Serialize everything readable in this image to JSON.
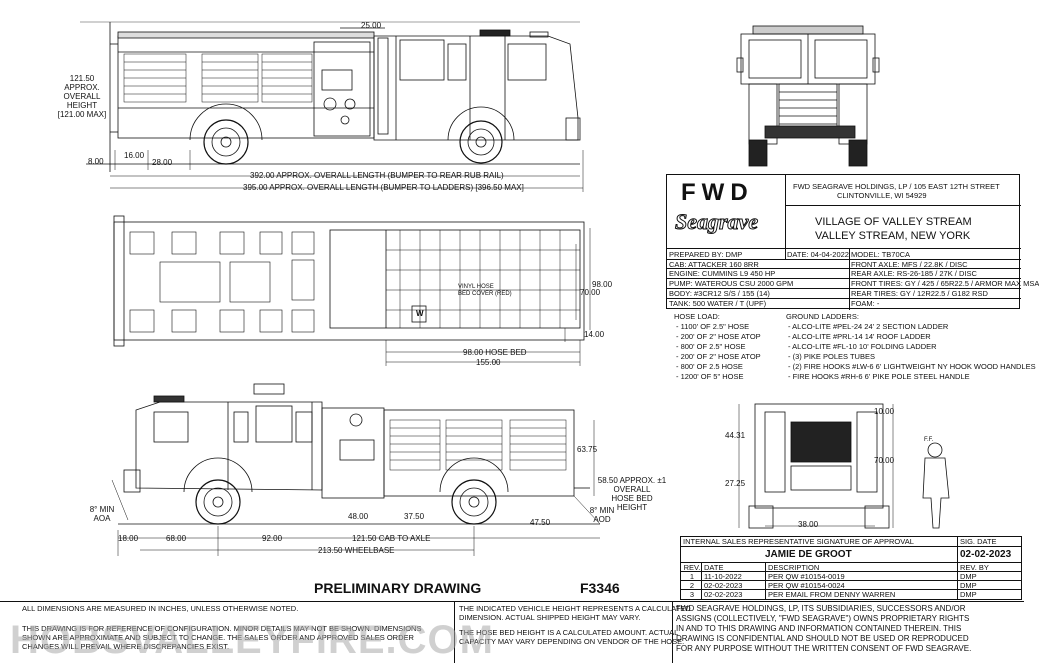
{
  "dims_top": {
    "d2500": "25.00",
    "height_note": [
      "121.50 APPROX.",
      "OVERALL",
      "HEIGHT",
      "[121.00 MAX]"
    ],
    "d800": "8.00",
    "d1600": "16.00",
    "d2800": "28.00",
    "len1": "392.00 APPROX. OVERALL LENGTH (BUMPER TO REAR RUB RAIL)",
    "len2": "395.00 APPROX. OVERALL LENGTH (BUMPER TO LADDERS) [396.50 MAX]"
  },
  "dims_plan": {
    "hose_bed_label": [
      "VINYL HOSE",
      "BED COVER (RED)"
    ],
    "w_mark": "W",
    "d9800w": "98.00",
    "d7000": "70.00",
    "d1400": "14.00",
    "d9800": "98.00 HOSE BED",
    "d15500": "155.00"
  },
  "dims_side": {
    "d6375": "63.75",
    "height_note": [
      "58.50 APPROX. ±1",
      "OVERALL",
      "HOSE BED",
      "HEIGHT"
    ],
    "aoa": [
      "8° MIN",
      "AOA"
    ],
    "aod": [
      "8° MIN",
      "AOD"
    ],
    "d1800": "18.00",
    "d6800": "68.00",
    "d9200": "92.00",
    "d12150": "121.50 CAB TO AXLE",
    "d4800": "48.00",
    "d3750": "37.50",
    "d4750": "47.50",
    "wheelbase": "213.50 WHEELBASE"
  },
  "dims_rear": {
    "d1000": "10.00",
    "d4431": "44.31",
    "d7000": "70.00",
    "d2725": "27.25",
    "d3800": "38.00",
    "ff": "F.F."
  },
  "title_block": {
    "logo": "FWD",
    "script_logo": "Seagrave",
    "company": [
      "FWD SEAGRAVE HOLDINGS, LP / 105 EAST 12TH STREET",
      "CLINTONVILLE, WI 54929"
    ],
    "customer": [
      "VILLAGE OF VALLEY STREAM",
      "VALLEY STREAM, NEW YORK"
    ],
    "prepared_by": "PREPARED BY: DMP",
    "date": "DATE: 04-04-2022",
    "model": "MODEL: TB70CA",
    "specs_left": [
      "CAB:  ATTACKER 160 8RR",
      "ENGINE:  CUMMINS L9 450 HP",
      "PUMP:  WATEROUS CSU 2000 GPM",
      "BODY:  #3CR12 S/S / 155 (14)",
      "TANK:  500 WATER / T (UPF)"
    ],
    "specs_right": [
      "FRONT AXLE:  MFS / 22.8K / DISC",
      "REAR AXLE:  RS-26-185 / 27K / DISC",
      "FRONT TIRES:  GY / 425 / 65R22.5 / ARMOR MAX MSA",
      "REAR TIRES:  GY / 12R22.5 / G182 RSD",
      "FOAM:  -"
    ]
  },
  "hose_load": {
    "title": "HOSE LOAD:",
    "items": [
      "- 1100' OF 2.5\" HOSE",
      "- 200' OF 2\" HOSE ATOP",
      "- 800' OF 2.5\" HOSE",
      "- 200' OF 2\" HOSE ATOP",
      "- 800' OF 2.5 HOSE",
      "- 1200' OF 5\" HOSE"
    ]
  },
  "ground_ladders": {
    "title": "GROUND LADDERS:",
    "items": [
      "- ALCO-LITE #PEL-24 24' 2 SECTION LADDER",
      "- ALCO-LITE #PRL-14 14' ROOF LADDER",
      "- ALCO-LITE #FL-10 10' FOLDING LADDER",
      "- (3) PIKE POLES TUBES",
      "- (2) FIRE HOOKS #LW-6 6' LIGHTWEIGHT NY HOOK WOOD HANDLES",
      "- FIRE HOOKS #RH-6 6' PIKE POLE STEEL HANDLE"
    ]
  },
  "approval": {
    "header": "INTERNAL SALES REPRESENTATIVE SIGNATURE OF APPROVAL",
    "sig_date_header": "SIG. DATE",
    "name": "JAMIE DE GROOT",
    "sig_date": "02-02-2023",
    "rev_headers": [
      "REV.",
      "DATE",
      "DESCRIPTION",
      "REV. BY"
    ],
    "revs": [
      [
        "1",
        "11-10-2022",
        "PER QW #10154-0019",
        "DMP"
      ],
      [
        "2",
        "02-02-2023",
        "PER QW #10154-0024",
        "DMP"
      ],
      [
        "3",
        "02-02-2023",
        "PER EMAIL FROM DENNY WARREN",
        "DMP"
      ]
    ]
  },
  "footer": {
    "preliminary": "PRELIMINARY DRAWING",
    "drawing_no": "F3346",
    "dims_note": "ALL DIMENSIONS ARE MEASURED IN INCHES, UNLESS OTHERWISE NOTED.",
    "ref_note": [
      "THIS DRAWING IS FOR REFERENCE OF CONFIGURATION. MINOR DETAILS MAY NOT BE SHOWN. DIMENSIONS",
      "SHOWN ARE APPROXIMATE AND SUBJECT TO CHANGE. THE SALES ORDER AND APPROVED SALES ORDER",
      "CHANGES WILL PREVAIL WHERE DISCREPANCIES EXIST."
    ],
    "height_note": [
      "THE INDICATED VEHICLE HEIGHT REPRESENTS A CALCULATED",
      "DIMENSION.  ACTUAL SHIPPED HEIGHT MAY VARY.",
      "",
      "THE HOSE BED HEIGHT IS A CALCULATED AMOUNT.  ACTUAL",
      "CAPACITY MAY VARY DEPENDING ON VENDOR OF THE HOSE."
    ],
    "proprietary": [
      "FWD SEAGRAVE HOLDINGS, LP, ITS SUBSIDIARIES, SUCCESSORS AND/OR",
      "ASSIGNS (COLLECTIVELY, \"FWD SEAGRAVE\") OWNS PROPRIETARY RIGHTS",
      "IN AND TO THIS DRAWING AND INFORMATION CONTAINED THEREIN. THIS",
      "DRAWING IS CONFIDENTIAL AND SHOULD NOT BE USED OR REPRODUCED",
      "FOR ANY PURPOSE WITHOUT THE WRITTEN CONSENT OF  FWD SEAGRAVE."
    ],
    "watermark": "HOBSVALLEYFIRE.COM"
  }
}
